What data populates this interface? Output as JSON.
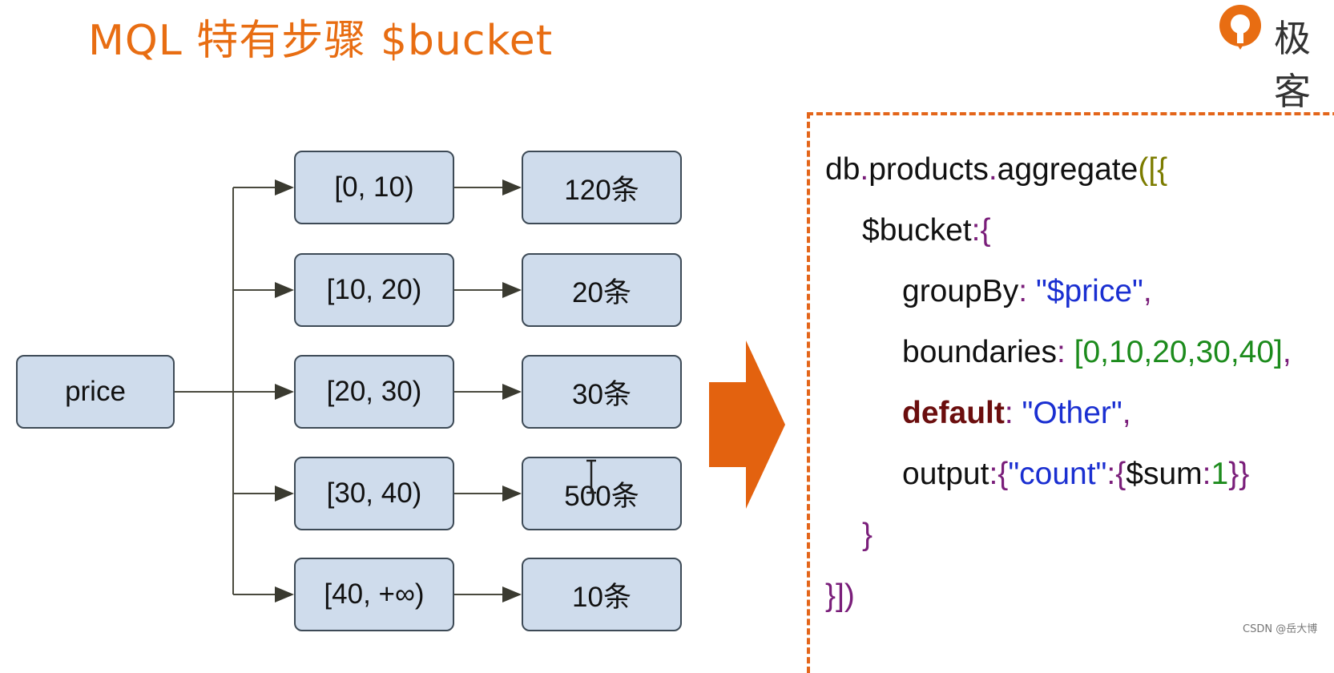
{
  "title": "MQL 特有步骤 $bucket",
  "logo": {
    "text": "极客"
  },
  "diagram": {
    "source_label": "price",
    "buckets": [
      {
        "range": "[0, 10)",
        "count": "120条"
      },
      {
        "range": "[10, 20)",
        "count": "20条"
      },
      {
        "range": "[20, 30)",
        "count": "30条"
      },
      {
        "range": "[30, 40)",
        "count": "500条"
      },
      {
        "range": "[40, +∞)",
        "count": "10条"
      }
    ]
  },
  "code": {
    "l1_obj": "db",
    "l1_dot1": ".",
    "l1_coll": "products",
    "l1_dot2": ".",
    "l1_fn": "aggregate",
    "l1_open": "([{",
    "l2_key": "$bucket",
    "l2_colon": ":{",
    "l3_key": "groupBy",
    "l3_colon": ": ",
    "l3_val": "\"$price\"",
    "l3_comma": ",",
    "l4_key": "boundaries",
    "l4_colon": ": ",
    "l4_val": "[0,10,20,30,40]",
    "l4_comma": ",",
    "l5_key": "default",
    "l5_colon": ": ",
    "l5_val": "\"Other\"",
    "l5_comma": ",",
    "l6_key": "output",
    "l6_colon": ":{",
    "l6_str": "\"count\"",
    "l6_colon2": ":{",
    "l6_sum": "$sum",
    "l6_colon3": ":",
    "l6_num": "1",
    "l6_close": "}}",
    "l7_close": "}",
    "l8_close": "}])"
  },
  "watermark": "CSDN @岳大博",
  "colors": {
    "title": "#e86d12",
    "box_fill": "#cfdcec",
    "arrow": "#e3620f",
    "frame": "#e3651a"
  }
}
